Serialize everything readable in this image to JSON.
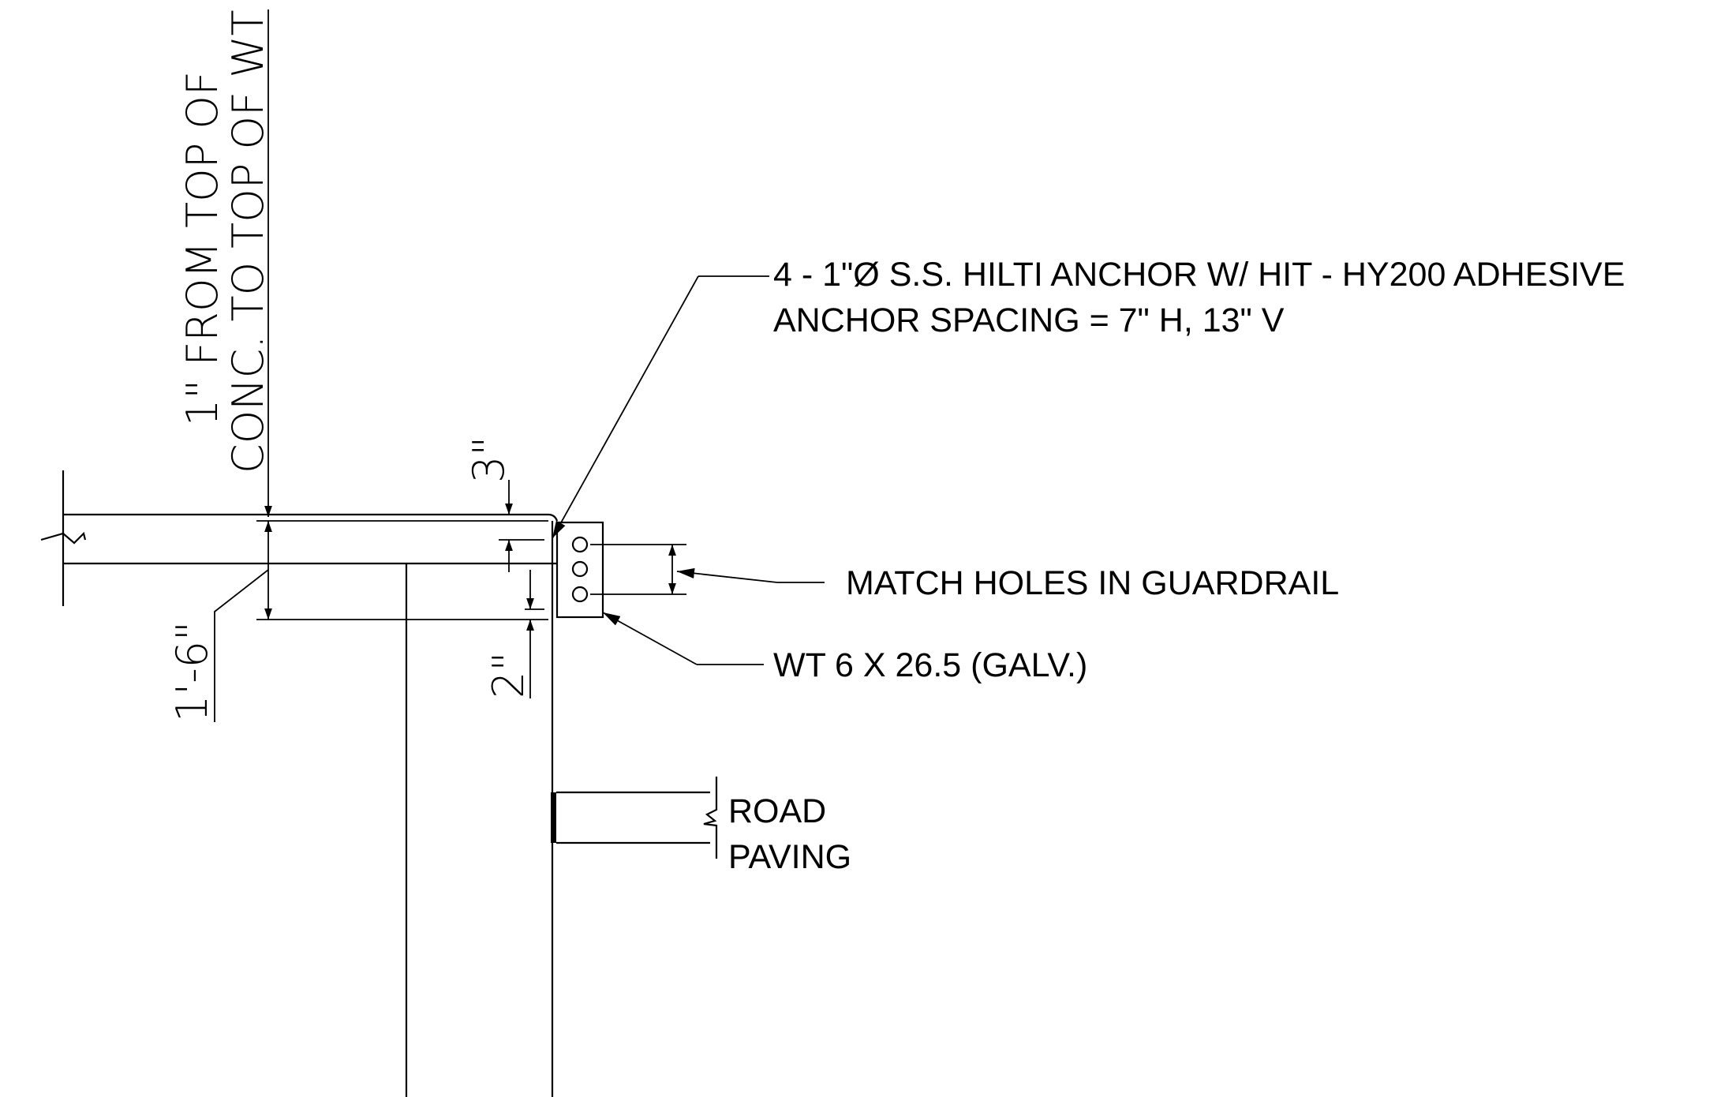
{
  "notes": {
    "anchor_line1": "4 - 1\"Ø S.S. HILTI ANCHOR W/ HIT - HY200 ADHESIVE",
    "anchor_line2": "ANCHOR SPACING = 7\" H, 13\" V",
    "match_holes": "MATCH HOLES IN GUARDRAIL",
    "wt_section": "WT 6 X 26.5 (GALV.)",
    "road_line1": "ROAD",
    "road_line2": "PAVING"
  },
  "dimensions": {
    "vertical_note_line1": "1\" FROM TOP OF",
    "vertical_note_line2": "CONC. TO TOP OF WT",
    "dim_3in": "3\"",
    "dim_1ft6in": "1'-6\"",
    "dim_2in": "2\""
  }
}
